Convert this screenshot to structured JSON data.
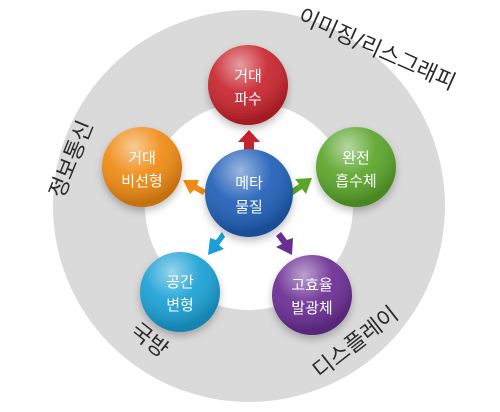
{
  "center": {
    "line1": "메타",
    "line2": "물질",
    "color": "#1f5fb8"
  },
  "nodes": [
    {
      "id": "top",
      "line1": "거대",
      "line2": "파수",
      "color": "#c8232c"
    },
    {
      "id": "right",
      "line1": "완전",
      "line2": "흡수체",
      "color": "#5aa52a"
    },
    {
      "id": "bottom-right",
      "line1": "고효율",
      "line2": "발광체",
      "color": "#6a2d93"
    },
    {
      "id": "bottom-left",
      "line1": "공간",
      "line2": "변형",
      "color": "#1aa0d6"
    },
    {
      "id": "left",
      "line1": "거대",
      "line2": "비선형",
      "color": "#f08a12"
    }
  ],
  "ring_labels": {
    "imaging": "이미징/리스그래피",
    "telecom": "정보통신",
    "defense": "국방",
    "display": "디스플레이"
  },
  "colors": {
    "ring": "#dcdcdc",
    "ring_inner": "#ffffff"
  }
}
